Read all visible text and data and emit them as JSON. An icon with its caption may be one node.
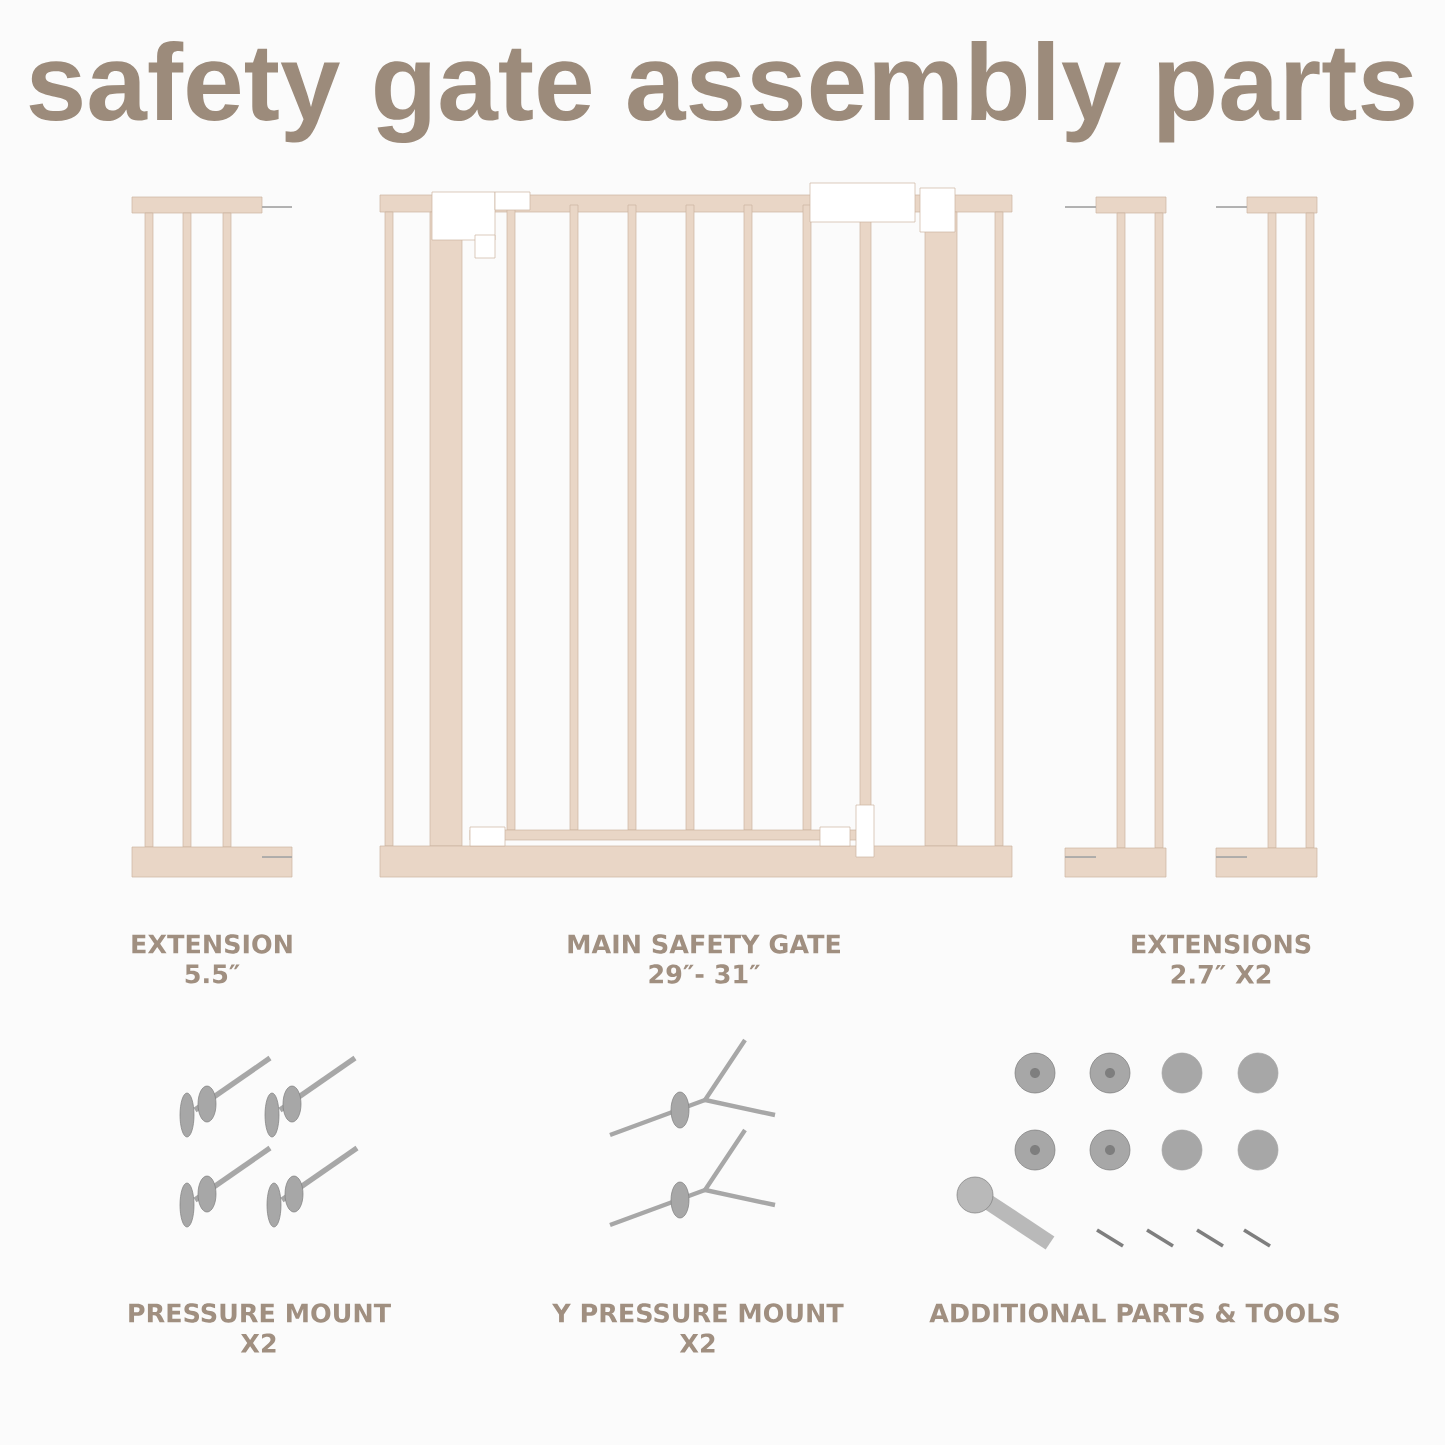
{
  "diagram": {
    "title": "safety gate assembly parts",
    "labels": [
      "EXTENSION",
      "5.5″",
      "MAIN SAFETY GATE",
      "29″- 31″",
      "EXTENSIONS",
      "2.7″ X2",
      "PRESSURE MOUNT",
      "X2",
      "Y PRESSURE MOUNT",
      "X2",
      "ADDITIONAL PARTS & TOOLS"
    ]
  }
}
